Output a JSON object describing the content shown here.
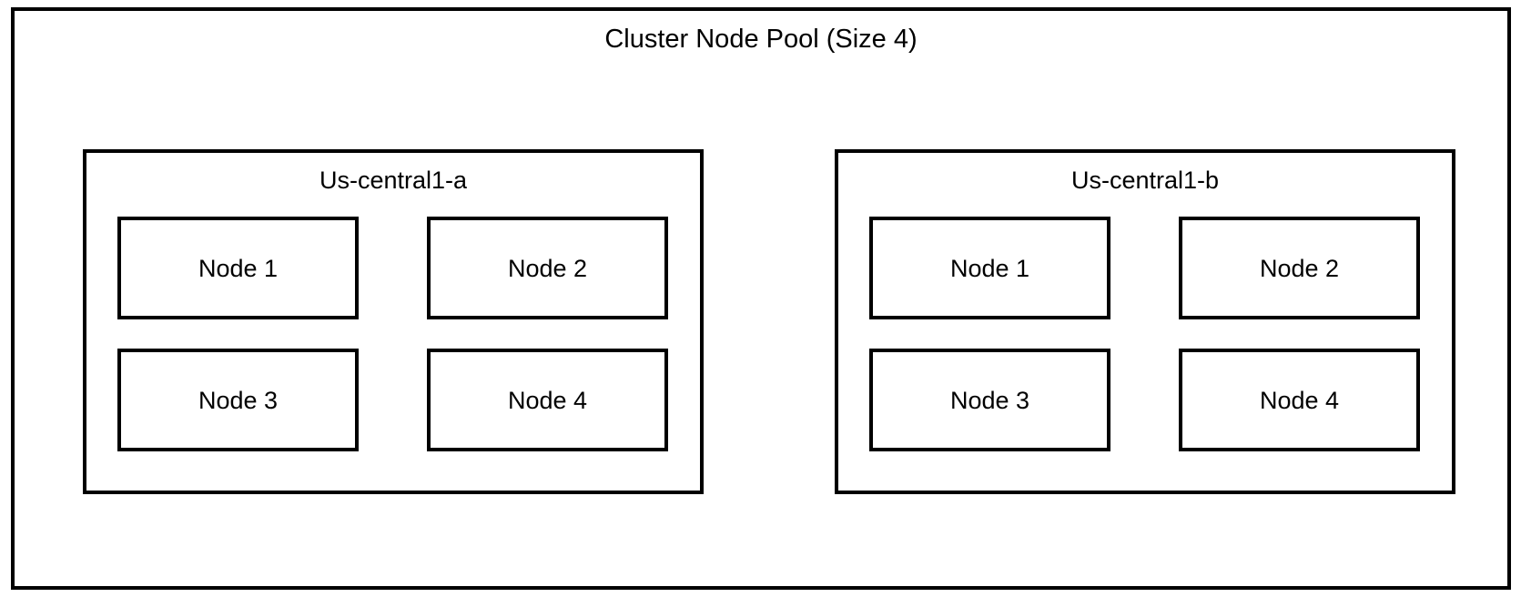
{
  "diagram": {
    "title": "Cluster Node Pool (Size 4)",
    "colors": {
      "background": "#ffffff",
      "stroke": "#000000",
      "text": "#000000"
    },
    "zones": [
      {
        "name": "Us-central1-a",
        "nodes": [
          {
            "label": "Node 1"
          },
          {
            "label": "Node 2"
          },
          {
            "label": "Node 3"
          },
          {
            "label": "Node 4"
          }
        ]
      },
      {
        "name": "Us-central1-b",
        "nodes": [
          {
            "label": "Node 1"
          },
          {
            "label": "Node 2"
          },
          {
            "label": "Node 3"
          },
          {
            "label": "Node 4"
          }
        ]
      }
    ]
  }
}
